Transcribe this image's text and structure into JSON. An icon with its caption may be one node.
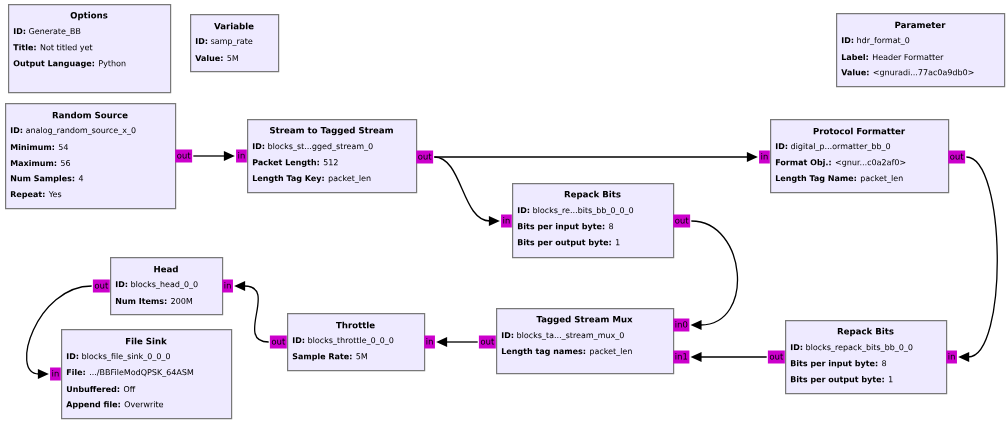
{
  "diagram": {
    "nodes": [
      {
        "text": [
          "Options",
          "**ID:** Generate_BB",
          "**Title:** Not titled yet",
          "**Output Language:** Python"
        ]
      },
      {
        "text": [
          "Variable",
          "**ID:** samp_rate",
          "**Value:** 5M"
        ]
      },
      {
        "text": [
          "Parameter",
          "**ID:** hdr_format_0",
          "**Label:** Header Formatter",
          "**Value:** <gnuradi...77ac0a9db0>"
        ]
      },
      {
        "text": [
          "Random Source",
          "**ID:** analog_random_source_x_0",
          "**Minimum:** 54",
          "**Maximum:** 56",
          "**Num Samples:** 4",
          "**Repeat:** Yes"
        ]
      },
      {
        "text": [
          "Stream to Tagged Stream",
          "**ID:** blocks_st...gged_stream_0",
          "**Packet Length:** 512",
          "**Length Tag Key:** packet_len"
        ]
      },
      {
        "text": [
          "Protocol Formatter",
          "**ID:** digital_p...ormatter_bb_0",
          "**Format Obj.:** <gnur...c0a2af0>",
          "**Length Tag Name:** packet_len"
        ]
      },
      {
        "text": [
          "Repack Bits",
          "**ID:** blocks_re...bits_bb_0_0_0",
          "**Bits per input byte:** 8",
          "**Bits per output byte:** 1"
        ]
      },
      {
        "text": [
          "Head",
          "**ID:** blocks_head_0_0",
          "**Num Items:** 200M"
        ]
      },
      {
        "text": [
          "Throttle",
          "**ID:** blocks_throttle_0_0_0",
          "**Sample Rate:** 5M"
        ]
      },
      {
        "text": [
          "Tagged Stream Mux",
          "**ID:** blocks_ta..._stream_mux_0",
          "**Length tag names:** packet_len"
        ]
      },
      {
        "text": [
          "Repack Bits",
          "**ID:** blocks_repack_bits_bb_0_0",
          "**Bits per input byte:** 8",
          "**Bits per output byte:** 1"
        ]
      },
      {
        "text": [
          "File Sink",
          "**ID:** blocks_file_sink_0_0_0",
          "**File:** .../BBFileModQPSK_64ASM",
          "**Unbuffered:** Off",
          "**Append file:** Overwrite"
        ]
      },
      {
        "text": [
          "out"
        ]
      },
      {
        "text": [
          "in"
        ]
      },
      {
        "text": [
          "out"
        ]
      },
      {
        "text": [
          "in"
        ]
      },
      {
        "text": [
          "out"
        ]
      },
      {
        "text": [
          "in"
        ]
      },
      {
        "text": [
          "out"
        ]
      },
      {
        "text": [
          "out"
        ]
      },
      {
        "text": [
          "in0"
        ]
      },
      {
        "text": [
          "in1"
        ]
      },
      {
        "text": [
          "out"
        ]
      },
      {
        "text": [
          "in"
        ]
      },
      {
        "text": [
          "out"
        ]
      },
      {
        "text": [
          "in"
        ]
      },
      {
        "text": [
          "out"
        ]
      },
      {
        "text": [
          "in"
        ]
      },
      {
        "text": [
          "in"
        ]
      }
    ],
    "edges": [
      {
        "from": 12,
        "to": 13,
        "arrow": "to"
      },
      {
        "from": 14,
        "to": 15,
        "arrow": "to"
      },
      {
        "from": 14,
        "to": 17,
        "arrow": "to"
      },
      {
        "from": 16,
        "to": 23,
        "arrow": "to"
      },
      {
        "from": 18,
        "to": 20,
        "arrow": "to"
      },
      {
        "from": 22,
        "to": 21,
        "arrow": "to"
      },
      {
        "from": 19,
        "to": 25,
        "arrow": "to"
      },
      {
        "from": 24,
        "to": 27,
        "arrow": "to"
      },
      {
        "from": 26,
        "to": 28,
        "arrow": "to"
      }
    ]
  }
}
